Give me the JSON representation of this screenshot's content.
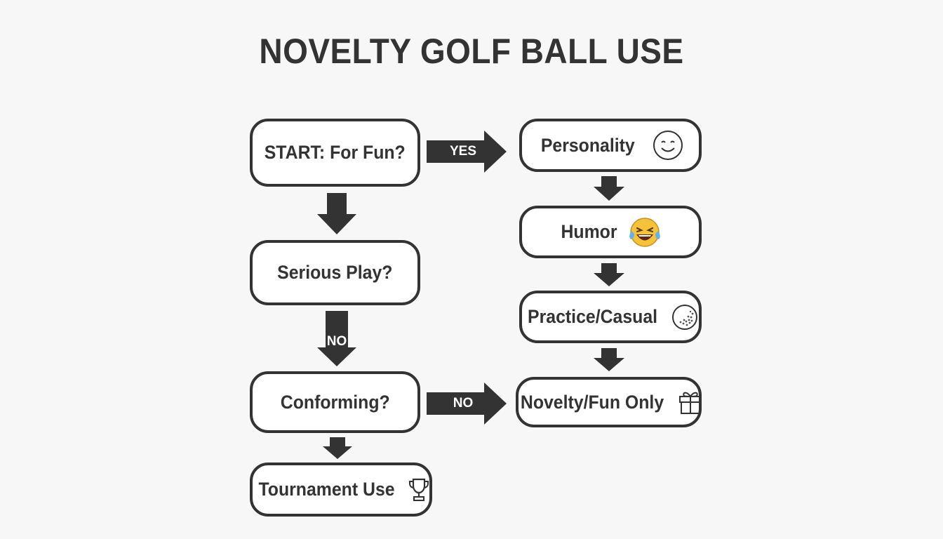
{
  "title": "NOVELTY GOLF BALL USE",
  "colors": {
    "ink": "#333333",
    "node_fill": "#ffffff",
    "background": "#f7f7f7",
    "emoji_yellow": "#f6c23a"
  },
  "nodes": {
    "start": {
      "label": "START: For Fun?"
    },
    "serious": {
      "label": "Serious Play?"
    },
    "conforming": {
      "label": "Conforming?"
    },
    "tournament": {
      "label": "Tournament Use",
      "icon": "trophy-icon"
    },
    "personality": {
      "label": "Personality",
      "icon": "smiley-icon"
    },
    "humor": {
      "label": "Humor",
      "icon": "laughing-emoji-icon"
    },
    "practice": {
      "label": "Practice/Casual",
      "icon": "golf-ball-icon"
    },
    "novelty": {
      "label": "Novelty/Fun Only",
      "icon": "gift-icon"
    }
  },
  "edges": {
    "start_personality": "YES",
    "serious_conforming": "NO",
    "conforming_novelty": "NO"
  }
}
